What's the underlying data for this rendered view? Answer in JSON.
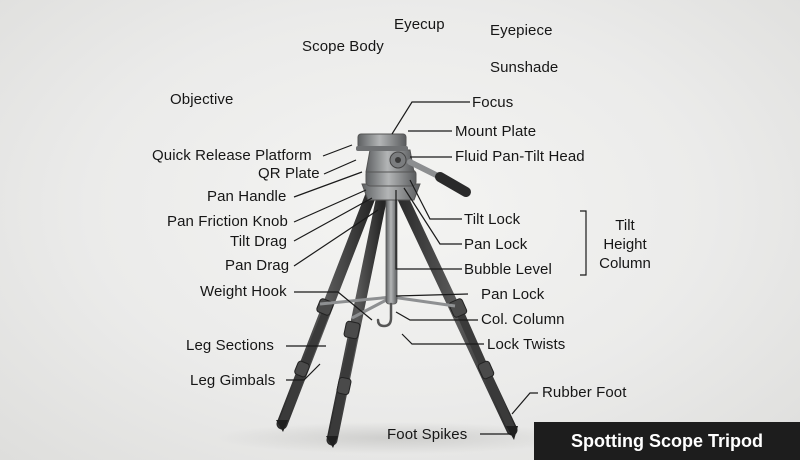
{
  "title": "Spotting Scope Tripod",
  "labels": {
    "eyecup": "Eyecup",
    "eyepiece": "Eyepiece",
    "scope_body": "Scope Body",
    "sunshade": "Sunshade",
    "objective": "Objective",
    "focus": "Focus",
    "mount_plate": "Mount Plate",
    "quick_release_platform": "Quick Release Platform",
    "fluid_pan_tilt_head": "Fluid Pan-Tilt Head",
    "qr_plate": "QR Plate",
    "pan_handle": "Pan Handle",
    "tilt_lock": "Tilt Lock",
    "pan_friction_knob": "Pan Friction Knob",
    "pan_lock_upper": "Pan Lock",
    "tilt_drag": "Tilt Drag",
    "pan_drag": "Pan Drag",
    "bubble_level": "Bubble Level",
    "weight_hook": "Weight Hook",
    "pan_lock_lower": "Pan Lock",
    "col_column": "Col. Column",
    "leg_sections": "Leg Sections",
    "lock_twists": "Lock Twists",
    "leg_gimbals": "Leg Gimbals",
    "rubber_foot": "Rubber Foot",
    "foot_spikes": "Foot Spikes"
  },
  "bracket_lines": [
    "Tilt",
    "Height",
    "Column"
  ],
  "colors": {
    "title_bg": "#1d1d1d",
    "title_text": "#ffffff",
    "leader": "#1a1a1a",
    "leg_dark": "#3e3e3e",
    "metal": "#8d8f90"
  }
}
